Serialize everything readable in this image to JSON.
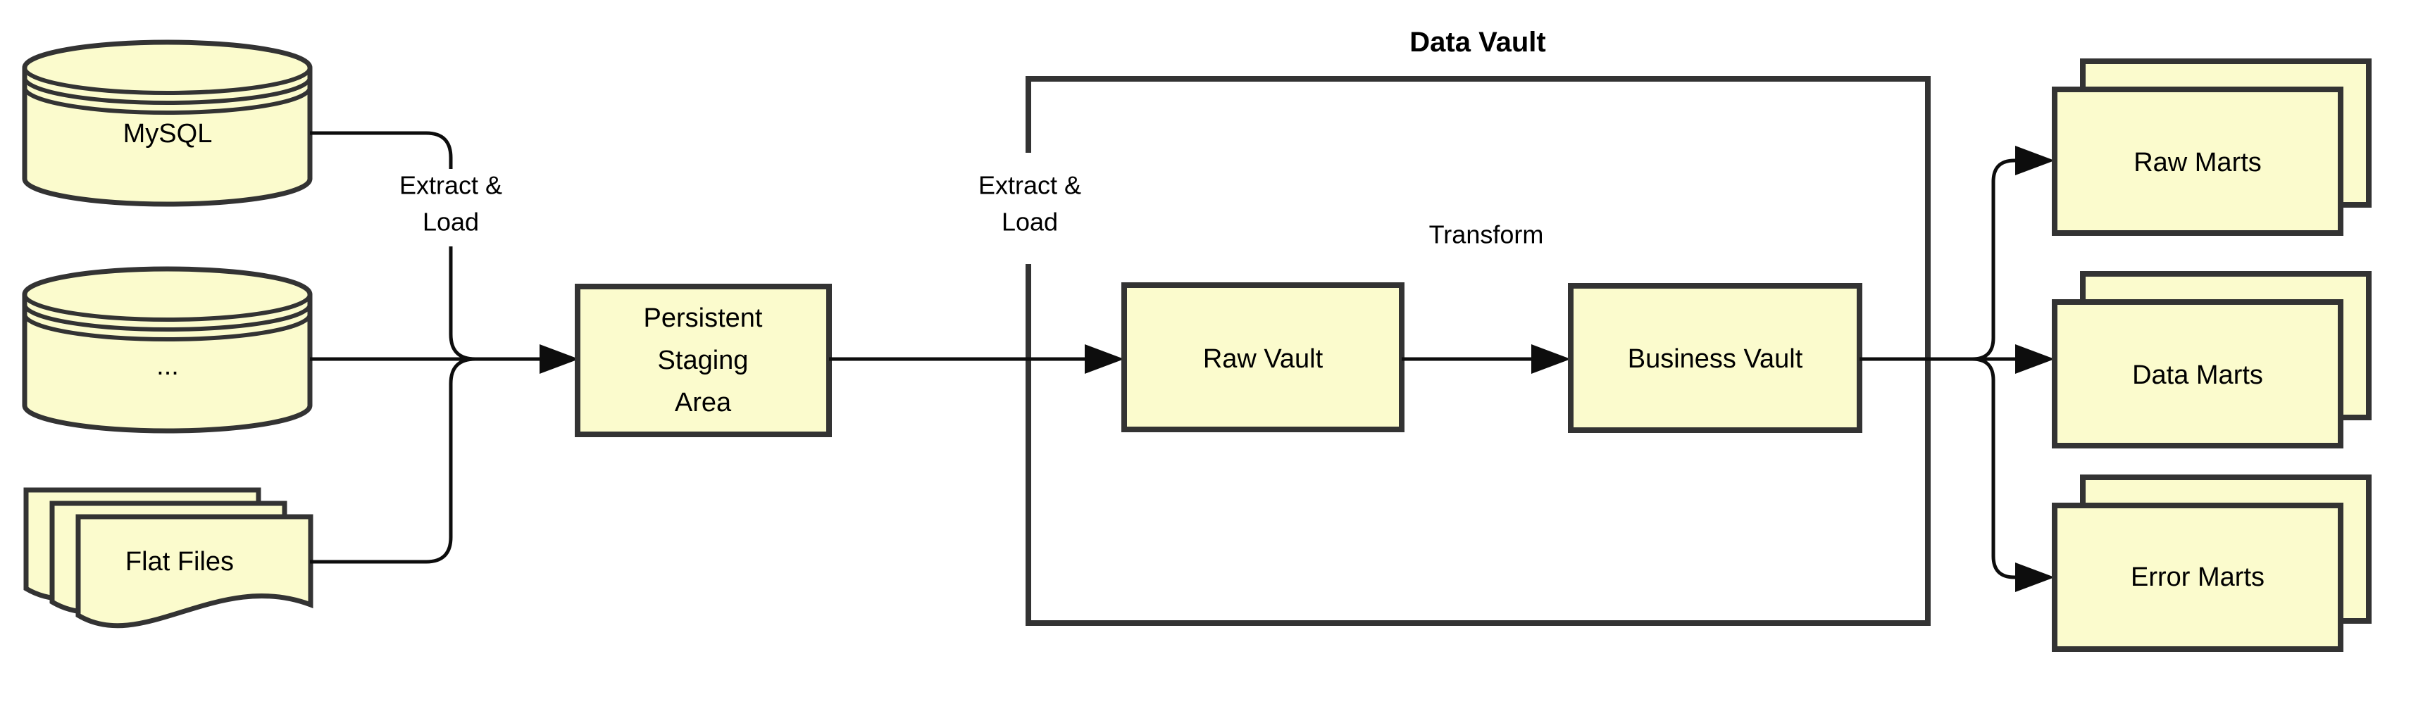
{
  "title": "Data Vault",
  "sources": {
    "mysql_label": "MySQL",
    "other_label": "...",
    "flat_files_label": "Flat Files"
  },
  "edge_labels": {
    "extract_load_1_line1": "Extract &",
    "extract_load_1_line2": "Load",
    "extract_load_2_line1": "Extract &",
    "extract_load_2_line2": "Load",
    "transform": "Transform"
  },
  "nodes": {
    "psa_line1": "Persistent",
    "psa_line2": "Staging",
    "psa_line3": "Area",
    "raw_vault": "Raw Vault",
    "business_vault": "Business Vault"
  },
  "marts": {
    "raw": "Raw Marts",
    "data": "Data Marts",
    "error": "Error Marts"
  },
  "colors": {
    "shape_fill": "#FBFBCD",
    "shape_border": "#333333",
    "connector": "#0D0D0D",
    "label_text": "#000000",
    "background": "#FFFFFF"
  }
}
